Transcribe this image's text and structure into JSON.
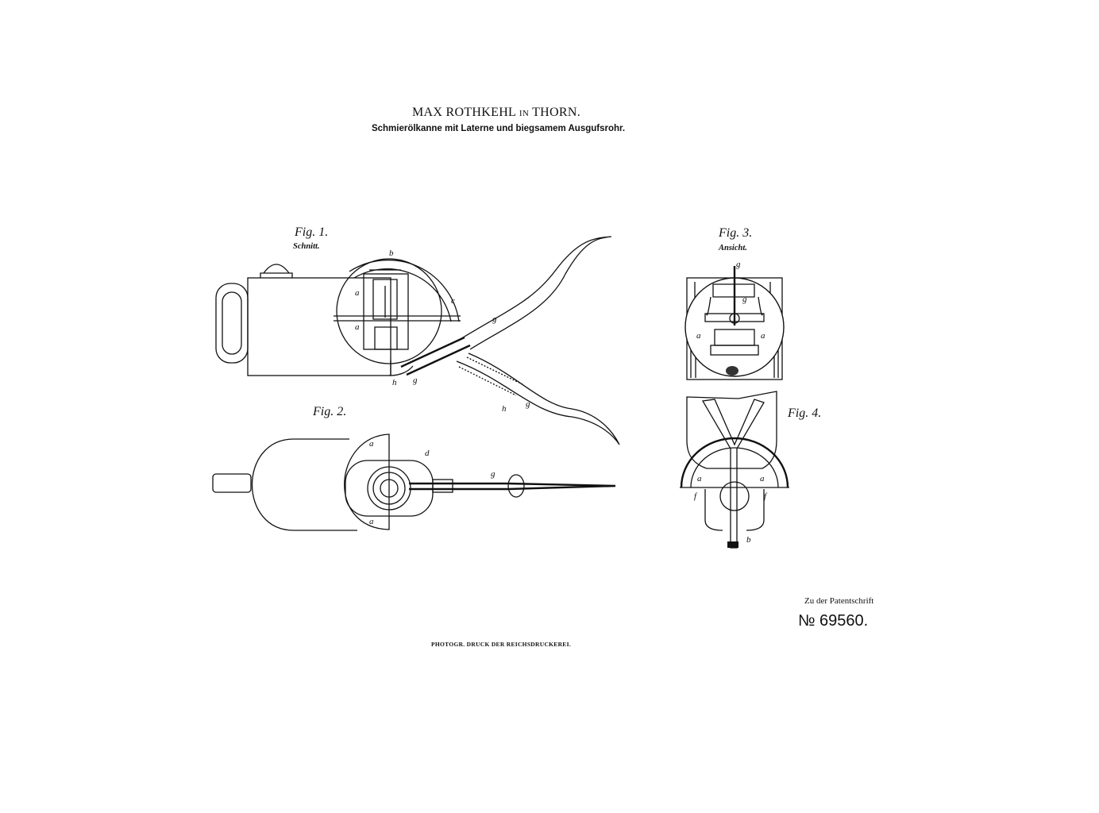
{
  "header": {
    "title_name": "MAX ROTHKEHL",
    "title_in": "IN",
    "title_place": "THORN.",
    "subtitle": "Schmierölkanne mit Laterne und biegsamem Ausgufsrohr."
  },
  "figures": [
    {
      "label": "Fig. 1.",
      "caption": "Schnitt."
    },
    {
      "label": "Fig. 2."
    },
    {
      "label": "Fig. 3.",
      "caption": "Ansicht."
    },
    {
      "label": "Fig. 4."
    }
  ],
  "footer": {
    "patent_ref": "Zu der Patentschrift",
    "patent_number": "№ 69560.",
    "printer": "PHOTOGR. DRUCK DER REICHSDRUCKEREI."
  }
}
